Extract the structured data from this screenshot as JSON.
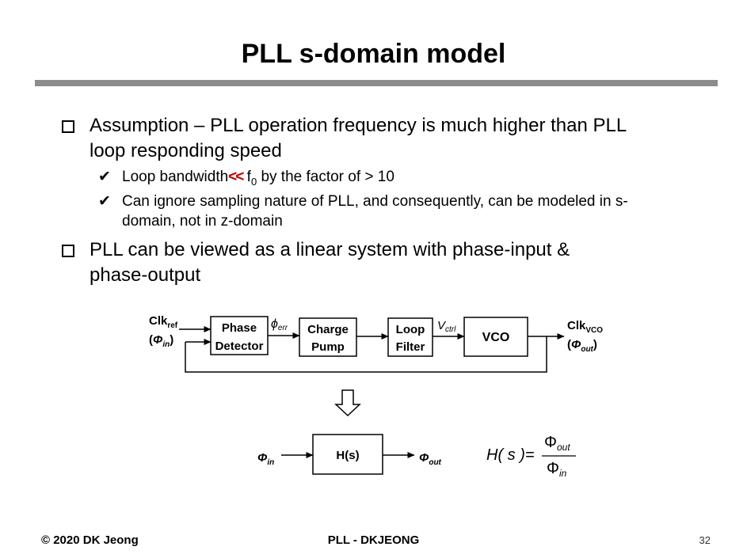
{
  "title": "PLL s-domain model",
  "bullets": [
    {
      "line1": "Assumption – PLL operation frequency is much higher than PLL",
      "line2": "loop responding speed"
    },
    {
      "line1": "PLL can be viewed as a linear system with phase-input &",
      "line2": "phase-output"
    }
  ],
  "subbullets": [
    {
      "check": "✔",
      "pre": "Loop bandwidth",
      "symbol": "<<",
      "f": "f",
      "f_sub": "0",
      "post": " by the factor of > 10"
    },
    {
      "check": "✔",
      "line1": "Can ignore sampling nature of PLL, and consequently, can be modeled in s-",
      "line2": "domain, not in z-domain"
    }
  ],
  "diagram": {
    "clkref": "Clk",
    "clkref_sub": "ref",
    "phi_in_open": "(",
    "phi": "Φ",
    "in_sub": "in",
    "close": ")",
    "phase_detector_1": "Phase",
    "phase_detector_2": "Detector",
    "phi_err": "ϕ",
    "err_sub": "err",
    "charge_pump_1": "Charge",
    "charge_pump_2": "Pump",
    "loop_filter_1": "Loop",
    "loop_filter_2": "Filter",
    "vctrl": "V",
    "vctrl_sub": "ctrl",
    "vco": "VCO",
    "clkvco": "Clk",
    "clkvco_sub": "VCO",
    "out_sub": "out",
    "hs": "H(s)",
    "eq_lhs": "H( s )=",
    "eq_num": "Φ",
    "eq_num_sub": "out",
    "eq_den": "Φ",
    "eq_den_sub": "in"
  },
  "footer": {
    "left": "© 2020 DK Jeong",
    "center": "PLL - DKJEONG",
    "page": "32"
  }
}
